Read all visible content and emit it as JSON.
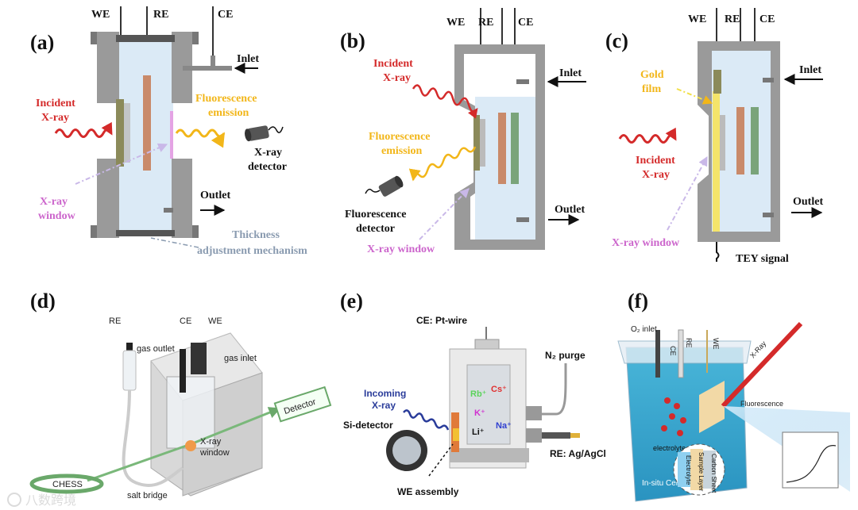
{
  "panels": {
    "a": {
      "label": "(a)",
      "we": "WE",
      "re": "RE",
      "ce": "CE",
      "inlet": "Inlet",
      "outlet": "Outlet",
      "incident_1": "Incident",
      "incident_2": "X-ray",
      "fluor_1": "Fluorescence",
      "fluor_2": "emission",
      "detector_1": "X-ray",
      "detector_2": "detector",
      "window_1": "X-ray",
      "window_2": "window",
      "thickness_1": "Thickness",
      "thickness_2": "adjustment mechanism"
    },
    "b": {
      "label": "(b)",
      "we": "WE",
      "re": "RE",
      "ce": "CE",
      "inlet": "Inlet",
      "outlet": "Outlet",
      "incident_1": "Incident",
      "incident_2": "X-ray",
      "fluor_1": "Fluorescence",
      "fluor_2": "emission",
      "detector_1": "Fluorescence",
      "detector_2": "detector",
      "window": "X-ray window"
    },
    "c": {
      "label": "(c)",
      "we": "WE",
      "re": "RE",
      "ce": "CE",
      "inlet": "Inlet",
      "outlet": "Outlet",
      "gold_1": "Gold",
      "gold_2": "film",
      "incident_1": "Incident",
      "incident_2": "X-ray",
      "window": "X-ray window",
      "tey": "TEY signal"
    },
    "d": {
      "label": "(d)",
      "re": "RE",
      "ce": "CE",
      "we": "WE",
      "gas_outlet": "gas outlet",
      "gas_inlet": "gas inlet",
      "detector": "Detector",
      "window_1": "X-ray",
      "window_2": "window",
      "chess": "CHESS",
      "salt_bridge": "salt bridge"
    },
    "e": {
      "label": "(e)",
      "ce": "CE: Pt-wire",
      "n2": "N₂ purge",
      "incoming_1": "Incoming",
      "incoming_2": "X-ray",
      "si_detector": "Si-detector",
      "re": "RE: Ag/AgCl",
      "we_assembly": "WE assembly",
      "rb": "Rb⁺",
      "cs": "Cs⁺",
      "k": "K⁺",
      "na": "Na⁺",
      "li": "Li⁺"
    },
    "f": {
      "label": "(f)",
      "o2": "O₂ inlet",
      "ce": "CE",
      "re": "RE",
      "we": "WE",
      "xray": "X-Ray",
      "fluor": "Fluorescence",
      "electrolyte": "electrolyte",
      "cell": "In-situ Cell",
      "layer_1": "Electrolyte",
      "layer_2": "Sample Layer",
      "layer_3": "Carbon Sheet"
    }
  },
  "watermark": "八数跨境"
}
